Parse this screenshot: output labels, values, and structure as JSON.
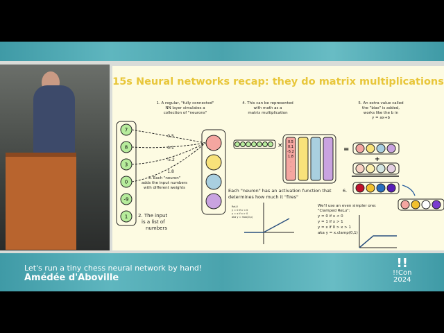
{
  "slide": {
    "title": "15s Neural networks recap: they do matrix multiplications",
    "note1": [
      "1. A regular, \"fully connected\"",
      "NN layer simulates a",
      "collection of \"neurons\""
    ],
    "note2": [
      "2. The input",
      "is a list of",
      "numbers"
    ],
    "note3": [
      "3. Each \"neuron\"",
      "adds the input numbers",
      "with different weights"
    ],
    "note4": [
      "4. This can be represented",
      "with math as a",
      "matrix multiplication"
    ],
    "note5": [
      "5. An extra value called",
      "the \"bias\" is added,",
      "works like the b in",
      "y = ax+b"
    ],
    "note6": [
      "Each \"neuron\" has an activation function that",
      "determines how much it \"fires\""
    ],
    "note6_num": "6.",
    "relu": [
      "ReLU",
      "y = 0 if x < 0",
      "y = x if x > 0",
      "aka y = max(0,x)"
    ],
    "clamped": [
      "We'll use an even simpler one:",
      "\"Clamped ReLu\":",
      "y = 0 if x < 0",
      "y = 1 if x > 1",
      "y = x if  0 > x > 1",
      "aka y = x.clamp(0,1)"
    ],
    "inputs": [
      "7",
      "8",
      "3",
      "0",
      "-9",
      "1"
    ],
    "weights": [
      "0.5",
      "0.1",
      "-5.2",
      "1.8"
    ],
    "matrix_column": [
      "0.5",
      "0.1",
      "-5.2",
      "1.8",
      ".",
      ".",
      "."
    ],
    "times": "×",
    "equals": "=",
    "plus": "+",
    "neuron_colors": [
      "#f4a6a0",
      "#f8e27a",
      "#a9cfe0",
      "#c9a3e0"
    ],
    "activated_colors": [
      "#c0112b",
      "#f2c12e",
      "#2a6fbf",
      "#5a1fb8"
    ],
    "output_colors": [
      "#f4a6a0",
      "#f2c12e",
      "#ffffff",
      "#7a3ccf"
    ],
    "title_color": "#e8c63a"
  },
  "footer": {
    "talk_title": "Let's run a tiny chess neural network by hand!",
    "speaker": "Amédée d'Aboville",
    "logo_mark": "!!",
    "logo_text": "!!Con",
    "logo_year": "2024"
  }
}
